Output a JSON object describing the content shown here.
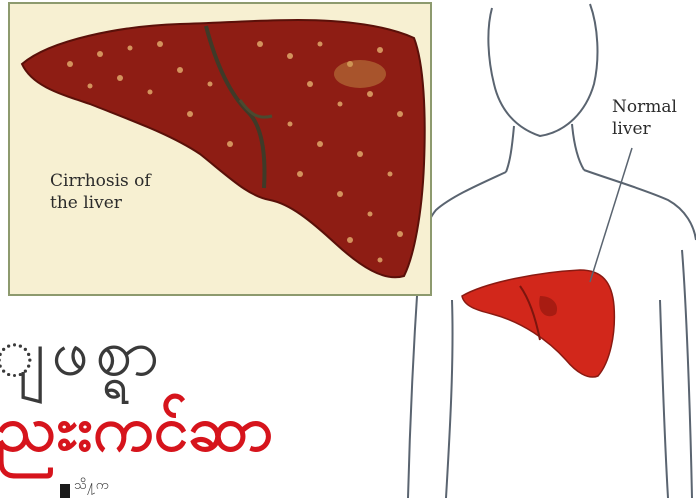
{
  "labels": {
    "cirrhosis_line1": "Cirrhosis of",
    "cirrhosis_line2": "the liver",
    "normal_line1": "Normal",
    "normal_line2": "liver"
  },
  "headline": {
    "line1": "ျဖစ္ရာ",
    "line2": "ညႊးကင်ဆာ",
    "small": "သိ႔က"
  },
  "colors": {
    "inset_background": "#f7f0d2",
    "inset_border": "#8d9a6e",
    "cirrhotic_liver": "#8e1d14",
    "normal_liver": "#d2271b",
    "headline_red": "#d6141c",
    "body_outline": "#5a6470"
  }
}
